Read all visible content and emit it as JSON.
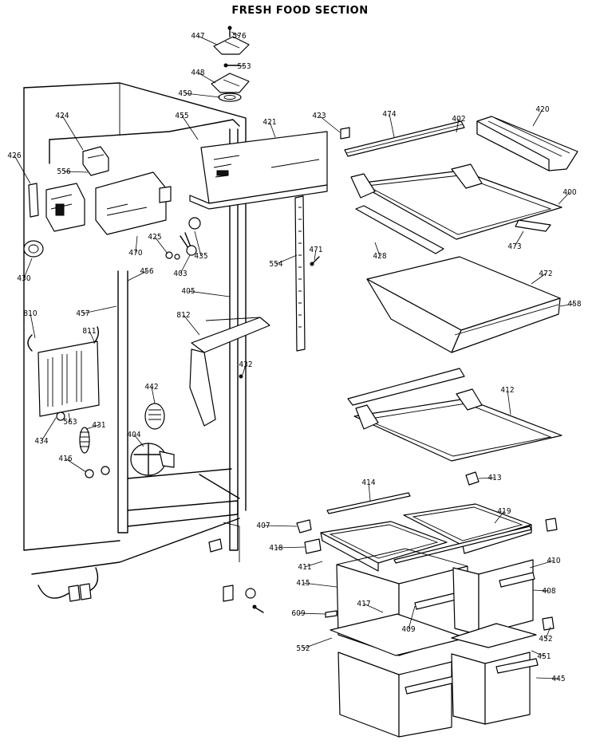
{
  "title": "FRESH FOOD SECTION",
  "parts": [
    "447",
    "576",
    "448",
    "553",
    "450",
    "455",
    "421",
    "423",
    "474",
    "402",
    "420",
    "424",
    "426",
    "556",
    "400",
    "473",
    "428",
    "430",
    "470",
    "425",
    "435",
    "403",
    "554",
    "471",
    "472",
    "458",
    "457",
    "456",
    "405",
    "812",
    "810",
    "811",
    "563",
    "434",
    "432",
    "442",
    "431",
    "404",
    "416",
    "412",
    "414",
    "413",
    "419",
    "407",
    "418",
    "410",
    "415",
    "417",
    "408",
    "409",
    "411",
    "609",
    "452",
    "451",
    "552",
    "445"
  ]
}
